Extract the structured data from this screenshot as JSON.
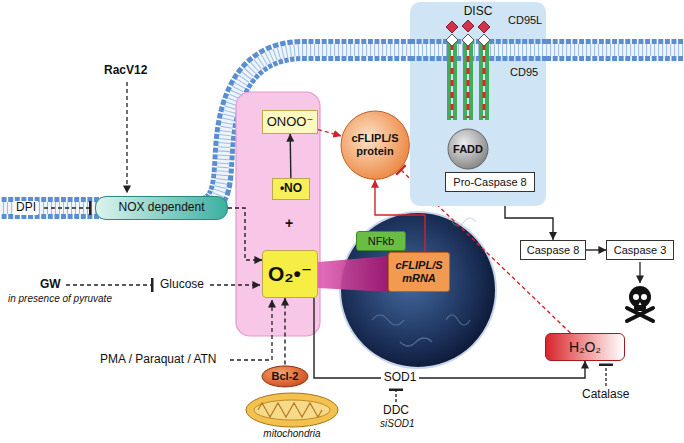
{
  "diagram": {
    "nodes": [
      {
        "text": [
          "DISC"
        ]
      },
      {
        "text": [
          "FADD"
        ],
        "in": 0
      },
      {
        "text": [
          "Pro-Caspase 8"
        ],
        "in": 0
      },
      {
        "text": [
          "NOX dependent"
        ]
      },
      {
        "text": [
          "ONOO⁻"
        ]
      },
      {
        "text": [
          "cFLIPL/S protein"
        ]
      },
      {
        "text": [
          "•NO"
        ]
      },
      {
        "text": [
          "O₂•⁻"
        ]
      },
      {
        "text": [
          "NFkb"
        ]
      },
      {
        "text": [
          "cFLIPL/S mRNA"
        ]
      },
      {
        "text": [
          "Caspase 8"
        ]
      },
      {
        "text": [
          "Caspase 3"
        ]
      },
      {
        "text": [
          "H₂O₂"
        ]
      },
      {
        "text": [
          "mitochondria"
        ]
      },
      {
        "text": [
          "Bcl-2"
        ],
        "in": 13
      }
    ],
    "edges": [
      {
        "from": 3,
        "to": 7,
        "arrow": "to"
      },
      {
        "from": 6,
        "to": 4,
        "arrow": "to"
      },
      {
        "from": 4,
        "to": 5,
        "arrow": "to"
      },
      {
        "from": 5,
        "to": 2,
        "arrow": "to"
      },
      {
        "from": 2,
        "to": 10,
        "arrow": "to"
      },
      {
        "from": 10,
        "to": 11,
        "arrow": "to"
      },
      {
        "from": 9,
        "to": 5,
        "arrow": "to"
      },
      {
        "from": 12,
        "to": 5,
        "arrow": "to"
      },
      {
        "from": 14,
        "to": 7,
        "arrow": "to"
      },
      {
        "from": 7,
        "to": 12,
        "label": "SOD1",
        "arrow": "to"
      }
    ],
    "labels": [
      "CD95L",
      "CD95",
      "RacV12",
      "DPI",
      "GW",
      "in presence of pyruvate",
      "Glucose",
      "+",
      "PMA / Paraquat / ATN",
      "Catalase",
      "DDC",
      "siSOD1"
    ]
  }
}
